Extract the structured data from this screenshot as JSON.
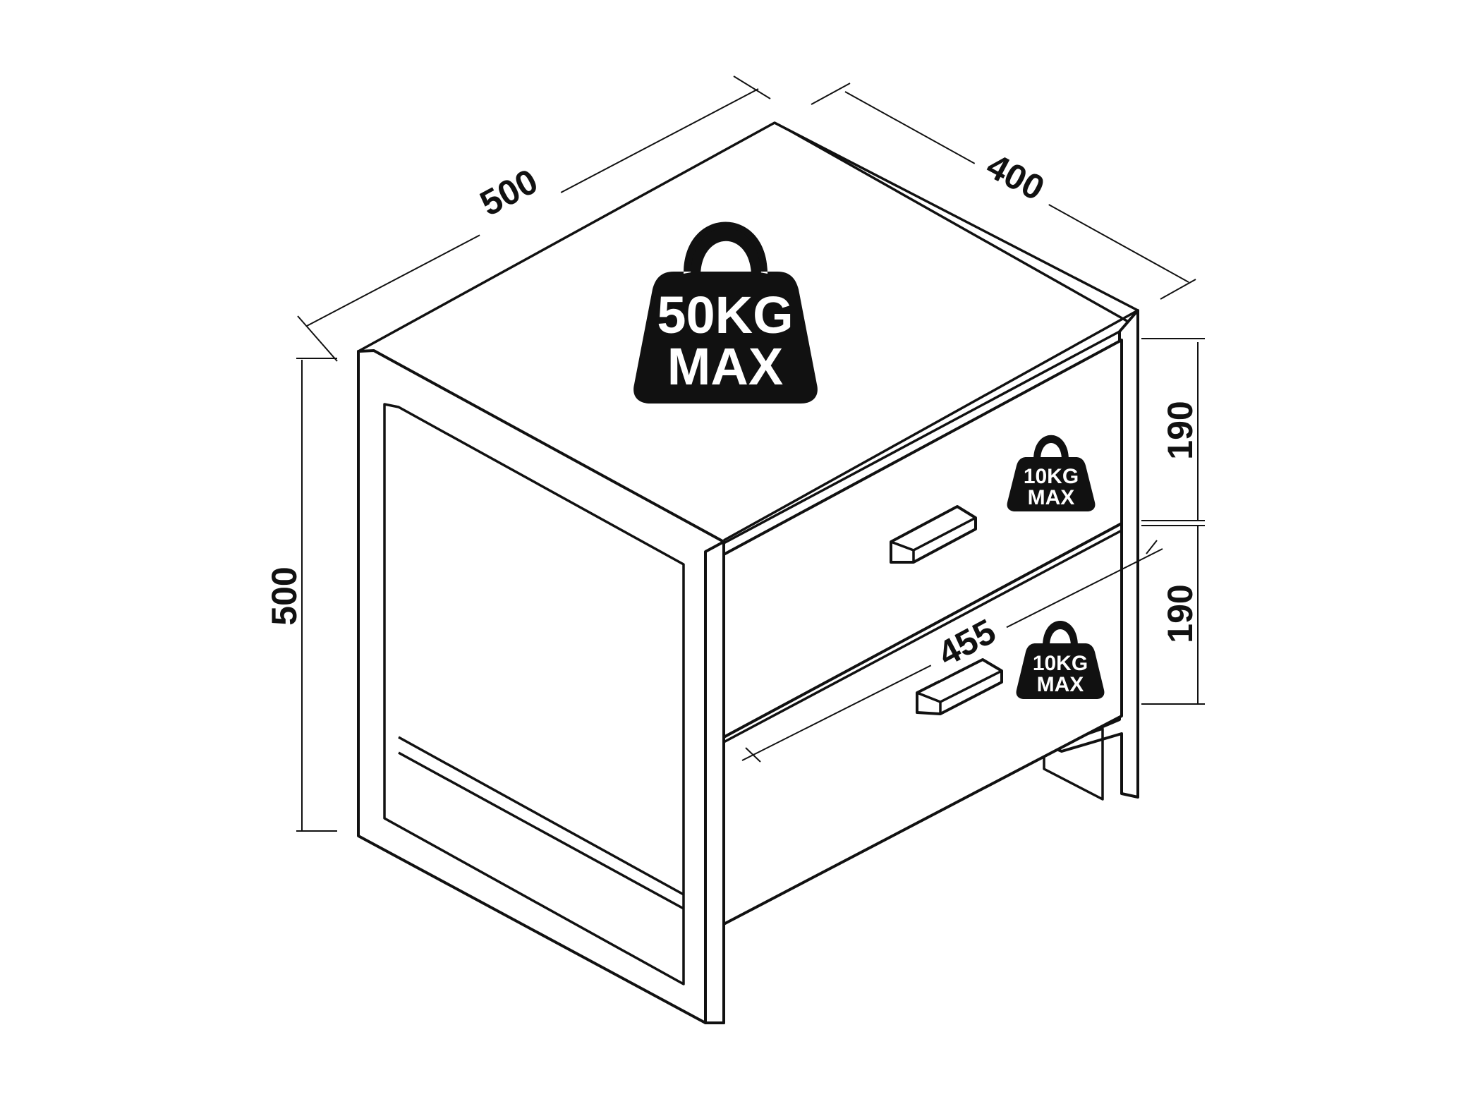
{
  "dimensions": {
    "width": "500",
    "depth": "400",
    "height": "500",
    "drawer_top_height": "190",
    "drawer_bottom_height": "190",
    "drawer_inner_width": "455"
  },
  "weight_limits": {
    "top": {
      "line1": "50KG",
      "line2": "MAX"
    },
    "drawer_top": {
      "line1": "10KG",
      "line2": "MAX"
    },
    "drawer_bottom": {
      "line1": "10KG",
      "line2": "MAX"
    }
  },
  "colors": {
    "ink": "#111111",
    "badge": "#111111",
    "background": "#ffffff"
  }
}
